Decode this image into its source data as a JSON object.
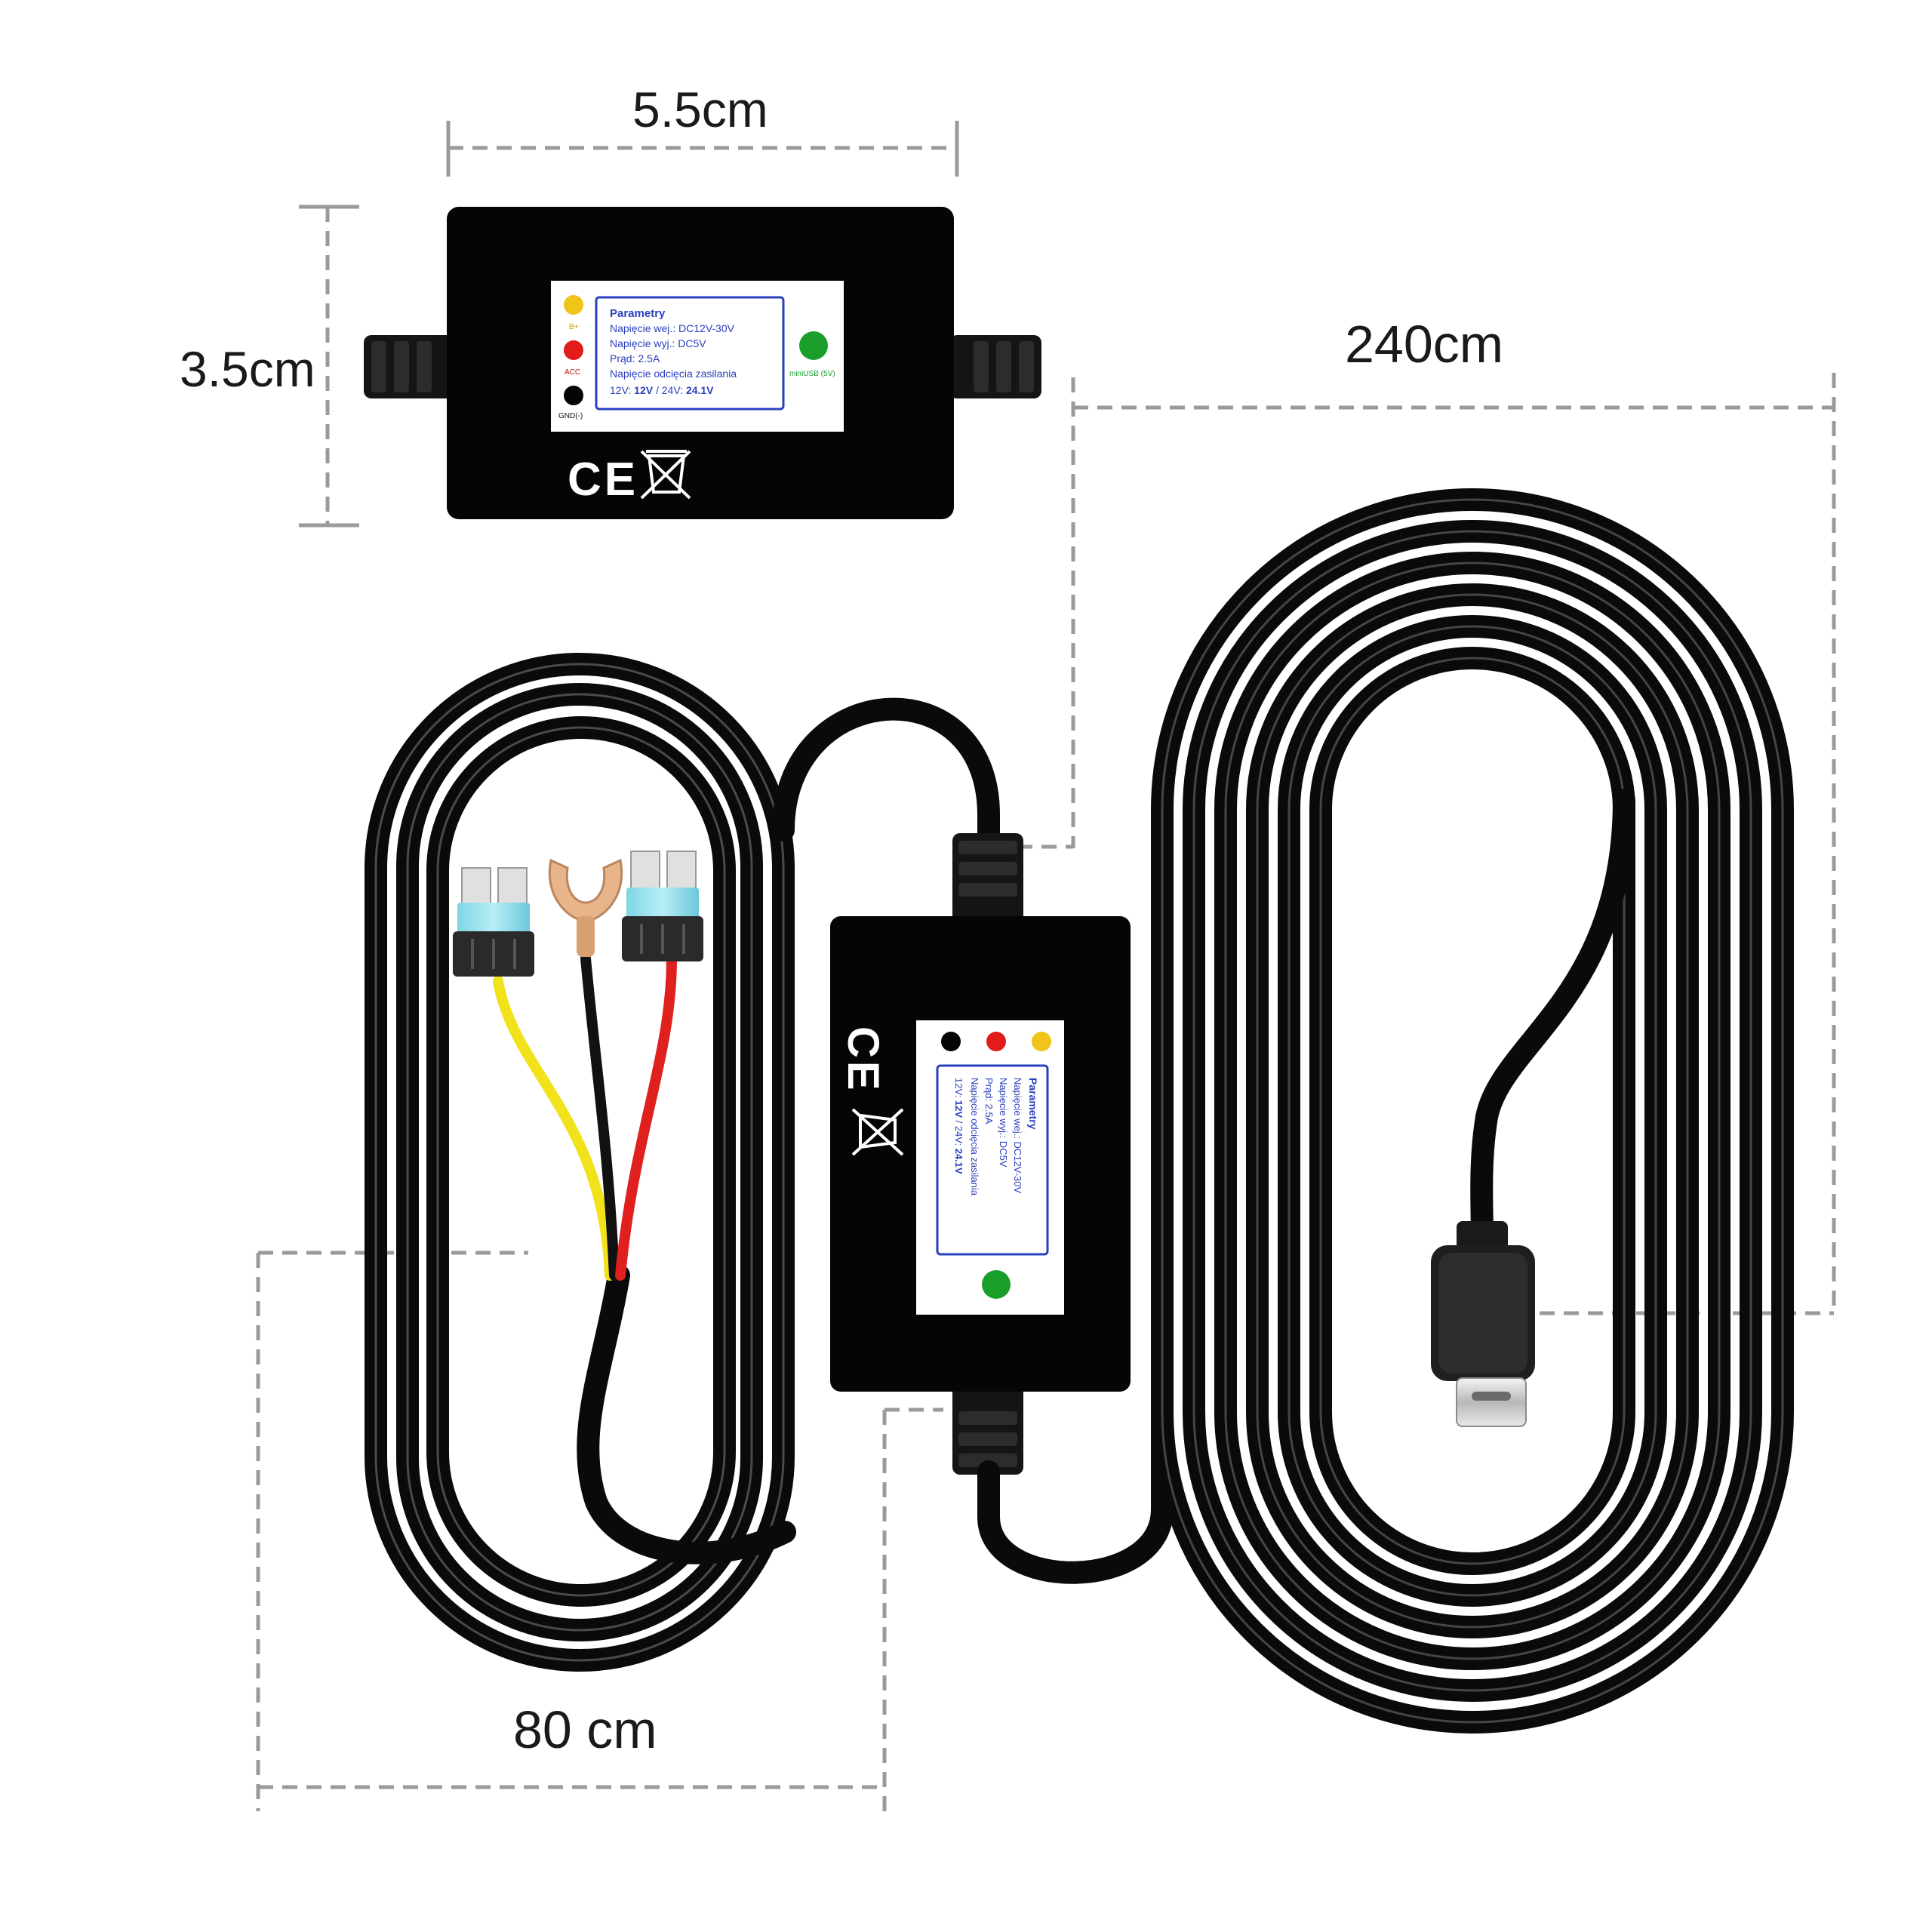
{
  "dimensions": {
    "width_label": "5.5cm",
    "height_label": "3.5cm",
    "cable_long_label": "240cm",
    "cable_short_label": "80 cm"
  },
  "module_label": {
    "title": "Parametry",
    "line1": "Napięcie wej.: DC12V-30V",
    "line2": "Napięcie wyj.: DC5V",
    "line3": "Prąd: 2.5A",
    "line4": "Napięcie odcięcia zasilania",
    "line5_prefix": "12V: ",
    "line5_v12": "12V",
    "line5_mid": " / 24V: ",
    "line5_v24": "24.1V",
    "pin_bplus": "B+",
    "pin_acc": "ACC",
    "pin_gnd": "GND(-)",
    "pin_usb": "miniUSB (5V)"
  },
  "marks": {
    "ce": "CE"
  },
  "colors": {
    "yellow_wire": "#f2e21c",
    "red_wire": "#e0201e",
    "black_cable": "#0c0c0c",
    "label_border": "#2a3fbf",
    "dot_yellow": "#f0c419",
    "dot_red": "#e21b1b",
    "dot_green": "#1a9e2a",
    "dim_line": "#9a9a9a"
  }
}
